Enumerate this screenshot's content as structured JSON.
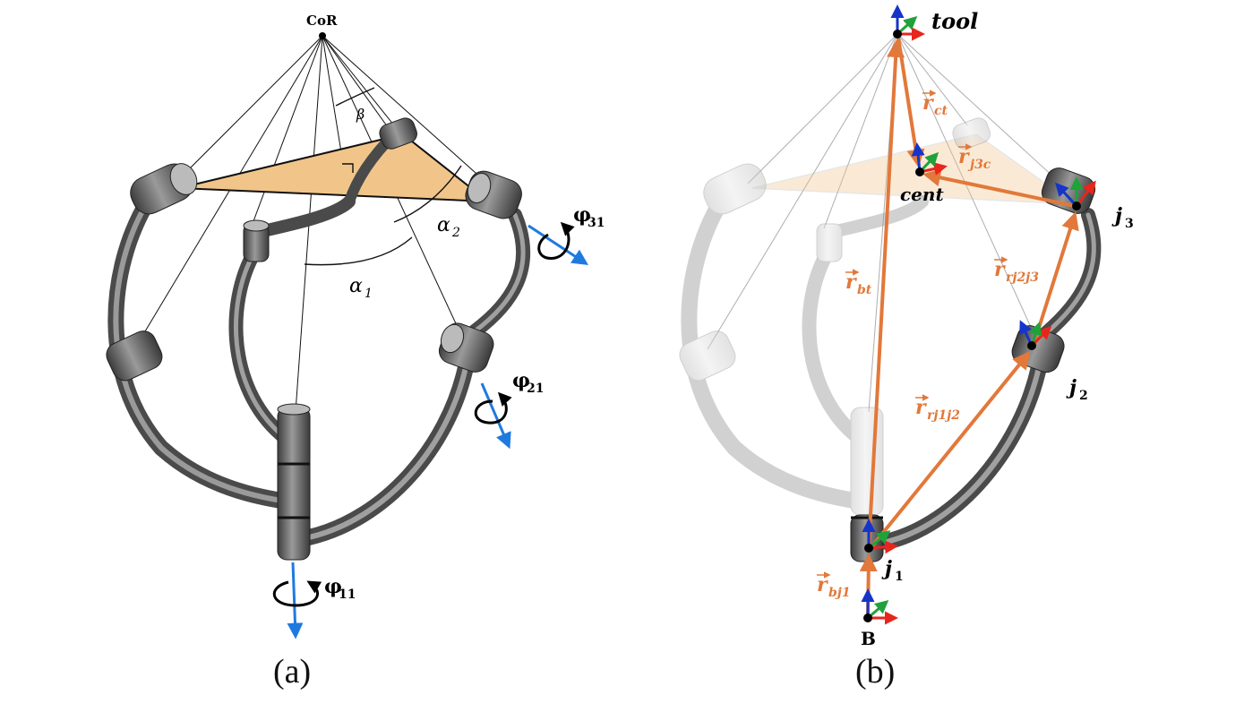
{
  "panel_a": {
    "caption": "(a)",
    "cor_label": "CoR",
    "beta": "β",
    "alpha1": "α",
    "alpha1_sub": "1",
    "alpha2": "α",
    "alpha2_sub": "2",
    "phi11": "φ",
    "phi11_sub": "11",
    "phi21": "φ",
    "phi21_sub": "21",
    "phi31": "φ",
    "phi31_sub": "31"
  },
  "panel_b": {
    "caption": "(b)",
    "tool_label": "tool",
    "cent_label": "cent",
    "base_label": "B",
    "j1": "j",
    "j1_sub": "1",
    "j2": "j",
    "j2_sub": "2",
    "j3": "j",
    "j3_sub": "3",
    "vec_ct": "r",
    "vec_ct_sub": "ct",
    "vec_j3c": "r",
    "vec_j3c_sub": "j3c",
    "vec_bt": "r",
    "vec_bt_sub": "bt",
    "vec_rj2j3": "r",
    "vec_rj2j3_sub": "rj2j3",
    "vec_rj1j2": "r",
    "vec_rj1j2_sub": "rj1j2",
    "vec_bj1": "r",
    "vec_bj1_sub": "bj1"
  },
  "colors": {
    "orange_vector": "#e2783a",
    "triangle_fill": "#f1c58a",
    "axis_blue": "#1f7ae0",
    "frame_x": "#e8261b",
    "frame_y": "#1fa23a",
    "frame_z": "#1535c9",
    "link_metal": "#6b6b6b"
  }
}
